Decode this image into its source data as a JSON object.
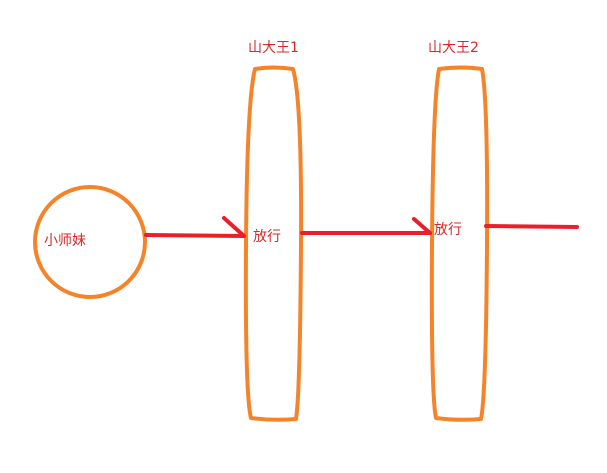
{
  "diagram": {
    "nodes": {
      "start": {
        "label": "小师妹"
      },
      "guard1": {
        "title": "山大王1",
        "action": "放行"
      },
      "guard2": {
        "title": "山大王2",
        "action": "放行"
      }
    },
    "colors": {
      "shape_stroke": "#f5832a",
      "arrow": "#e8202a",
      "text": "#d62a2a",
      "background": "#ffffff"
    }
  }
}
